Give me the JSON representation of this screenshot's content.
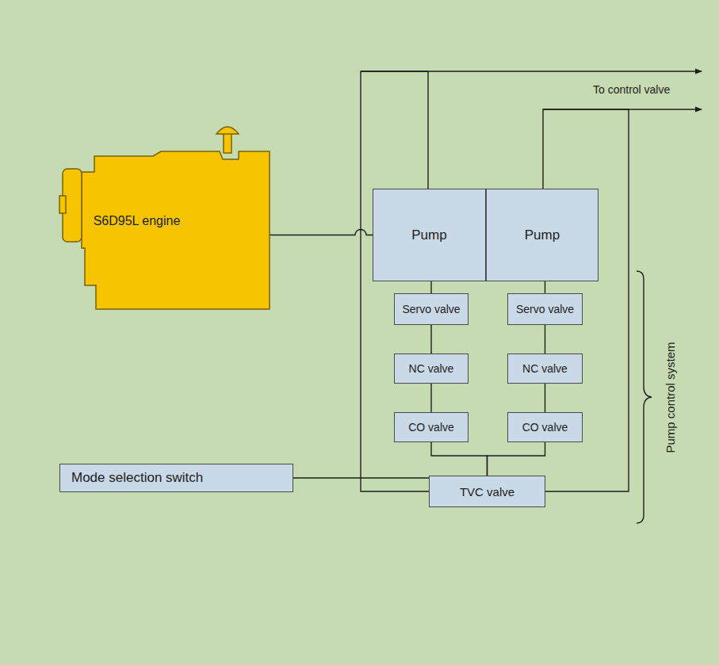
{
  "diagram": {
    "nodes": [
      {
        "text": [
          "S6D95L engine"
        ]
      },
      {
        "text": [
          "Pump"
        ]
      },
      {
        "text": [
          "Pump"
        ]
      },
      {
        "text": [
          "Servo valve"
        ]
      },
      {
        "text": [
          "Servo valve"
        ]
      },
      {
        "text": [
          "NC valve"
        ]
      },
      {
        "text": [
          "NC valve"
        ]
      },
      {
        "text": [
          "CO valve"
        ]
      },
      {
        "text": [
          "CO valve"
        ]
      },
      {
        "text": [
          "TVC valve"
        ]
      },
      {
        "text": [
          "Mode selection switch"
        ]
      }
    ],
    "edges": [
      {
        "from": 0,
        "to": 1,
        "arrow": "none"
      },
      {
        "from": 1,
        "to": 3,
        "arrow": "none"
      },
      {
        "from": 2,
        "to": 4,
        "arrow": "none"
      },
      {
        "from": 3,
        "to": 5,
        "arrow": "none"
      },
      {
        "from": 4,
        "to": 6,
        "arrow": "none"
      },
      {
        "from": 5,
        "to": 7,
        "arrow": "none"
      },
      {
        "from": 6,
        "to": 8,
        "arrow": "none"
      },
      {
        "from": 7,
        "to": 9,
        "arrow": "none"
      },
      {
        "from": 8,
        "to": 9,
        "arrow": "none"
      },
      {
        "from": 1,
        "to": 9,
        "arrow": "none"
      },
      {
        "from": 2,
        "to": 9,
        "arrow": "none"
      },
      {
        "from": 10,
        "to": 9,
        "arrow": "none"
      }
    ],
    "labels": [
      "To control valve",
      "Pump control system"
    ]
  }
}
